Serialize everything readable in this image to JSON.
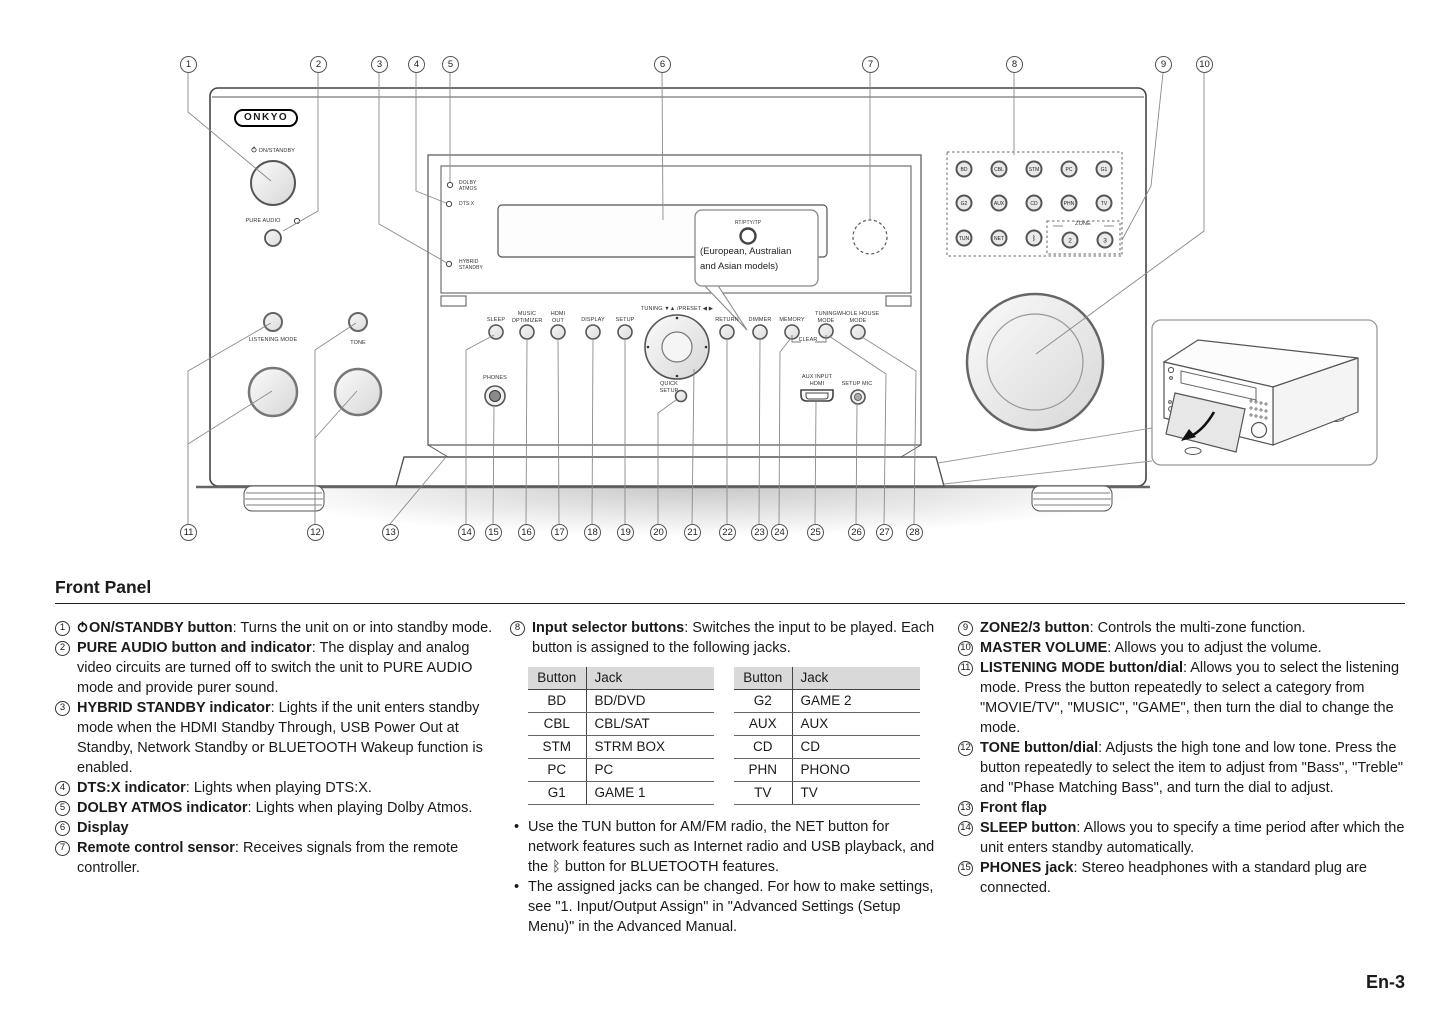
{
  "page": {
    "heading": "Front Panel",
    "page_number": "En-3"
  },
  "diagram": {
    "brand": "ONKYO",
    "callouts": [
      "1",
      "2",
      "3",
      "4",
      "5",
      "6",
      "7",
      "8",
      "9",
      "10",
      "11",
      "12",
      "13",
      "14",
      "15",
      "16",
      "17",
      "18",
      "19",
      "20",
      "21",
      "22",
      "23",
      "24",
      "25",
      "26",
      "27",
      "28"
    ],
    "labels": {
      "on_standby": "ON/STANDBY",
      "pure_audio": "PURE AUDIO",
      "dolby_atmos": "DOLBY ATMOS",
      "dtsx": "DTS:X",
      "hybrid_standby": "HYBRID STANDBY",
      "listening_mode": "LISTENING MODE",
      "tone": "TONE",
      "sleep": "SLEEP",
      "music_optimizer": "MUSIC OPTIMIZER",
      "hdmi_out": "HDMI OUT",
      "display": "DISPLAY",
      "setup": "SETUP",
      "tuning_preset": "TUNING ▼▲ /PRESET ◀ ▶",
      "return": "RETURN",
      "dimmer": "DIMMER",
      "memory": "MEMORY",
      "tuning_mode": "TUNING MODE",
      "whole_house_mode": "WHOLE HOUSE MODE",
      "clear": "CLEAR",
      "phones": "PHONES",
      "quick_setup": "QUICK SETUP",
      "aux_input_hdmi": "AUX INPUT HDMI",
      "setup_mic": "SETUP MIC",
      "zone": "ZONE",
      "rt_pty_tp": "RT/PTY/TP",
      "bubble_note_1": "(European, Australian",
      "bubble_note_2": "and Asian models)"
    },
    "input_buttons": [
      "BD",
      "CBL",
      "STM",
      "PC",
      "G1",
      "G2",
      "AUX",
      "CD",
      "PHN",
      "TV",
      "TUN",
      "NET",
      "ᛒ"
    ],
    "zone_buttons": [
      "2",
      "3"
    ]
  },
  "sections": {
    "left_items": [
      {
        "num": "1",
        "term": "ON/STANDBY button",
        "desc": ": Turns the unit on or into standby mode."
      },
      {
        "num": "2",
        "term": "PURE AUDIO button and indicator",
        "desc": ": The display and analog video circuits are turned off to switch the unit to PURE AUDIO mode and provide purer sound."
      },
      {
        "num": "3",
        "term": "HYBRID STANDBY indicator",
        "desc": ": Lights if the unit enters standby mode when the HDMI Standby Through, USB Power Out at Standby, Network Standby or BLUETOOTH Wakeup function is enabled."
      },
      {
        "num": "4",
        "term": "DTS:X indicator",
        "desc": ": Lights when playing DTS:X."
      },
      {
        "num": "5",
        "term": "DOLBY ATMOS indicator",
        "desc": ": Lights when playing Dolby Atmos."
      },
      {
        "num": "6",
        "term": "Display",
        "desc": ""
      },
      {
        "num": "7",
        "term": "Remote control sensor",
        "desc": ": Receives signals from the remote controller."
      }
    ],
    "middle": {
      "item": {
        "num": "8",
        "term": "Input selector buttons",
        "desc": ": Switches the input to be played. Each button is assigned to the following jacks."
      },
      "headers": [
        "Button",
        "Jack"
      ],
      "table1": [
        [
          "BD",
          "BD/DVD"
        ],
        [
          "CBL",
          "CBL/SAT"
        ],
        [
          "STM",
          "STRM BOX"
        ],
        [
          "PC",
          "PC"
        ],
        [
          "G1",
          "GAME 1"
        ]
      ],
      "table2": [
        [
          "G2",
          "GAME 2"
        ],
        [
          "AUX",
          "AUX"
        ],
        [
          "CD",
          "CD"
        ],
        [
          "PHN",
          "PHONO"
        ],
        [
          "TV",
          "TV"
        ]
      ],
      "bullets": [
        "Use the TUN button for AM/FM radio, the NET button for network features such as Internet radio and USB playback, and the ᛒ button for BLUETOOTH features.",
        "The assigned jacks can be changed. For how to make settings, see \"1. Input/Output Assign\" in \"Advanced Settings (Setup Menu)\" in the Advanced Manual."
      ]
    },
    "right_items": [
      {
        "num": "9",
        "term": "ZONE2/3 button",
        "desc": ": Controls the multi-zone function."
      },
      {
        "num": "10",
        "term": "MASTER VOLUME",
        "desc": ": Allows you to adjust the volume."
      },
      {
        "num": "11",
        "term": "LISTENING MODE button/dial",
        "desc": ": Allows you to select the listening mode. Press the button repeatedly to select a category from \"MOVIE/TV\", \"MUSIC\", \"GAME\", then turn the dial to change the mode."
      },
      {
        "num": "12",
        "term": "TONE button/dial",
        "desc": ": Adjusts the high tone and low tone. Press the button repeatedly to select the item to adjust from \"Bass\", \"Treble\" and \"Phase Matching Bass\", and turn the dial to adjust."
      },
      {
        "num": "13",
        "term": "Front flap",
        "desc": ""
      },
      {
        "num": "14",
        "term": "SLEEP button",
        "desc": ": Allows you to specify a time period after which the unit enters standby automatically."
      },
      {
        "num": "15",
        "term": "PHONES jack",
        "desc": ": Stereo headphones with a standard plug are connected."
      }
    ]
  }
}
